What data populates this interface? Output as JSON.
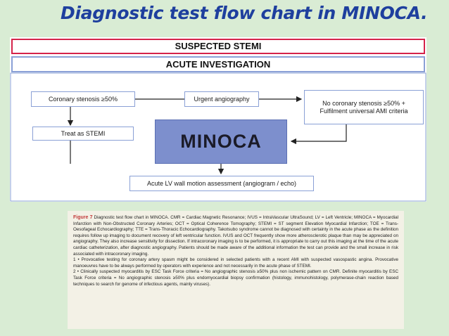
{
  "title": "Diagnostic test flow chart in MINOCA.",
  "flowchart": {
    "banner_top": "SUSPECTED STEMI",
    "banner_second": "ACUTE INVESTIGATION",
    "node_stenosis": "Coronary stenosis ≥50%",
    "node_angiography": "Urgent angiography",
    "node_no_stenosis": "No coronary stenosis ≥50% + Fulfilment universal AMI criteria",
    "node_treat": "Treat as STEMI",
    "node_minoca": "MINOCA",
    "node_lv": "Acute LV wall motion assessment (angiogram / echo)",
    "colors": {
      "stemi_border": "#d5234a",
      "box_border": "#8aa0d6",
      "minoca_fill": "#7d8fcd",
      "title": "#1e3f9e"
    }
  },
  "caption": {
    "figure_label": "Figure 7",
    "paragraph1": "Diagnostic test flow chart in MINOCA. CMR = Cardiac Magnetic Resonance; IVUS = IntraVascular UltraSound; LV = Left Ventricle; MINOCA = Myocardial Infarction with Non-Obstructed Coronary Arteries; OCT = Optical Coherence Tomography; STEMI = ST segment Elevation Myocardial Infarction; TOE = Trans-Oesofageal Echocardiography; TTE = Trans-Thoracic Echocardiography. Takotsubo syndrome cannot be diagnosed with certainty in the acute phase as the definition requires follow up imaging to document recovery of left ventricular function. IVUS and OCT frequently show more atherosclerotic plaque than may be appreciated on angiography. They also increase sensitivity for dissection. If intracoronary imaging is to be performed, it is appropriate to carry out this imaging at the time of the acute cardiac catheterization, after diagnostic angiography. Patients should be made aware of the additional information the test can provide and the small increase in risk associated with intracoronary imaging.",
    "paragraph2": "1 • Provocative testing for coronary artery spasm might be considered in selected patients with a recent AMI with suspected vasospastic angina. Provocative manoeuvres have to be always performed by operators with experience and not necessarily in the acute phase of STEMI.",
    "paragraph3": "2 • Clinically suspected myocarditis by ESC Task Force criteria = No angiographic stenosis ≥50% plus non ischemic pattern on CMR. Definite myocarditis by ESC Task Force criteria = No angiographic stenosis ≥50% plus endomyocardial biopsy confirmation (histology, immunohistology, polymerase-chain reaction based techniques to search for genome of infectious agents, mainly viruses)."
  }
}
